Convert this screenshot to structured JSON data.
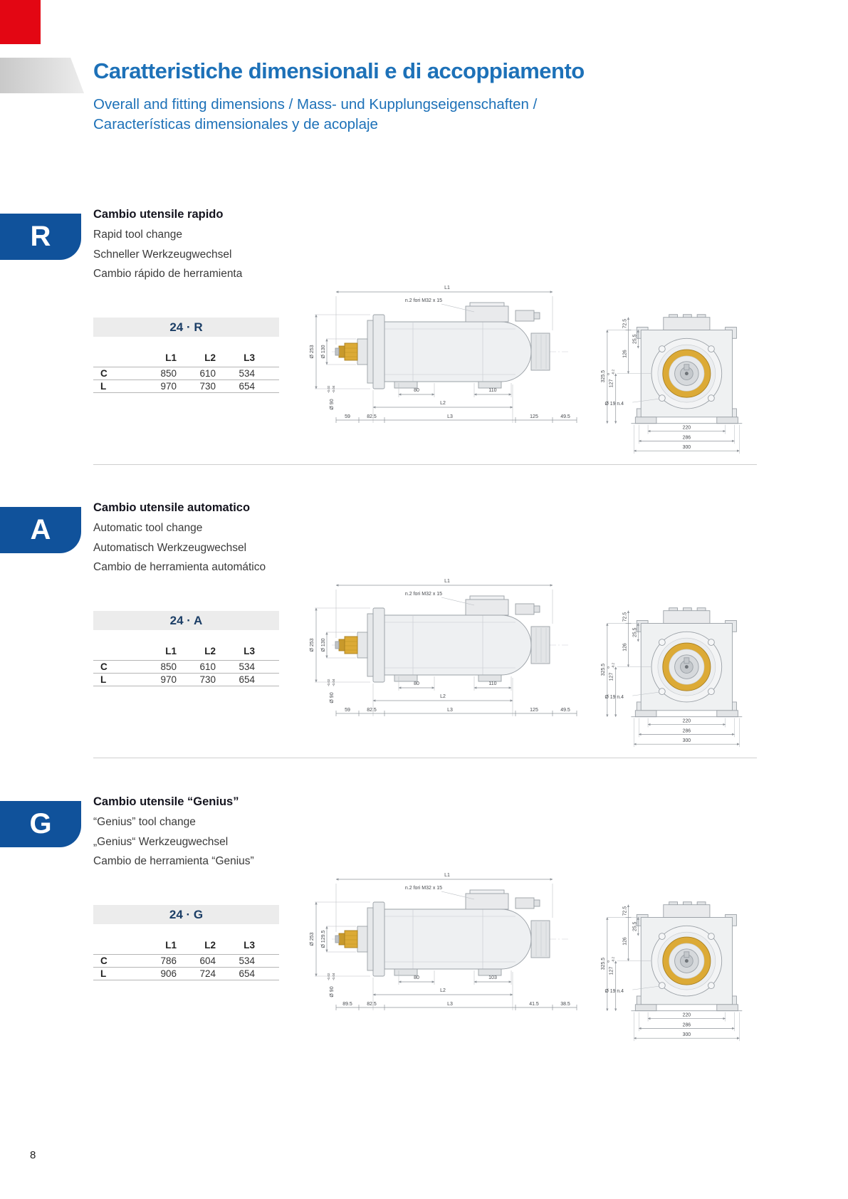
{
  "page_number": "8",
  "colors": {
    "brand_red": "#e30613",
    "title_blue": "#1d71b8",
    "badge_blue": "#10529b",
    "table_band_gray": "#ececec",
    "collet_gold": "#dcaa36"
  },
  "header": {
    "title": "Caratteristiche dimensionali e di accoppiamento",
    "subtitle_line1": "Overall and fitting dimensions / Mass- und Kupplungseigenschaften /",
    "subtitle_line2": "Características dimensionales y de acoplaje"
  },
  "sections": [
    {
      "badge": "R",
      "title": "Cambio utensile rapido",
      "lang1": "Rapid tool change",
      "lang2": "Schneller Werkzeugwechsel",
      "lang3": "Cambio rápido de herramienta",
      "table": {
        "title": "24 · R",
        "col1": "L1",
        "col2": "L2",
        "col3": "L3",
        "row1_label": "C",
        "row1_v1": "850",
        "row1_v2": "610",
        "row1_v3": "534",
        "row2_label": "L",
        "row2_v1": "970",
        "row2_v2": "730",
        "row2_v3": "654"
      },
      "side": {
        "l1": "L1",
        "holes": "n.2 fori M32 x 15",
        "d_outer": "Ø 253",
        "d_nose": "Ø 130",
        "d_shaft": "Ø 90",
        "shaft_tol_top": "-0.02",
        "shaft_tol_bot": "-0.04",
        "dim_a": "80",
        "dim_b": "110",
        "l2": "L2",
        "l3": "L3",
        "dim_c": "59",
        "dim_d": "82.5",
        "dim_e": "125",
        "dim_f": "49.5"
      },
      "front": {
        "dim1": "72.5",
        "dim2": "25.5",
        "dim3": "126",
        "height": "325.5",
        "shaft_height": "127",
        "tol_top": "0",
        "tol_bot": "-0.2",
        "holes": "Ø 19 n.4",
        "w1": "220",
        "w2": "286",
        "w3": "300"
      }
    },
    {
      "badge": "A",
      "title": "Cambio utensile automatico",
      "lang1": "Automatic tool change",
      "lang2": "Automatisch Werkzeugwechsel",
      "lang3": "Cambio de herramienta automático",
      "table": {
        "title": "24 · A",
        "col1": "L1",
        "col2": "L2",
        "col3": "L3",
        "row1_label": "C",
        "row1_v1": "850",
        "row1_v2": "610",
        "row1_v3": "534",
        "row2_label": "L",
        "row2_v1": "970",
        "row2_v2": "730",
        "row2_v3": "654"
      },
      "side": {
        "l1": "L1",
        "holes": "n.2 fori M32 x 15",
        "d_outer": "Ø 253",
        "d_nose": "Ø 130",
        "d_shaft": "Ø 90",
        "shaft_tol_top": "-0.02",
        "shaft_tol_bot": "-0.04",
        "dim_a": "80",
        "dim_b": "110",
        "l2": "L2",
        "l3": "L3",
        "dim_c": "59",
        "dim_d": "82.5",
        "dim_e": "125",
        "dim_f": "49.5"
      },
      "front": {
        "dim1": "72.5",
        "dim2": "25.5",
        "dim3": "126",
        "height": "325.5",
        "shaft_height": "127",
        "tol_top": "0",
        "tol_bot": "-0.2",
        "holes": "Ø 19 n.4",
        "w1": "220",
        "w2": "286",
        "w3": "300"
      }
    },
    {
      "badge": "G",
      "title": "Cambio utensile “Genius”",
      "lang1": "“Genius” tool change",
      "lang2": "„Genius“ Werkzeugwechsel",
      "lang3": "Cambio de herramienta “Genius”",
      "table": {
        "title": "24 · G",
        "col1": "L1",
        "col2": "L2",
        "col3": "L3",
        "row1_label": "C",
        "row1_v1": "786",
        "row1_v2": "604",
        "row1_v3": "534",
        "row2_label": "L",
        "row2_v1": "906",
        "row2_v2": "724",
        "row2_v3": "654"
      },
      "side": {
        "l1": "L1",
        "holes": "n.2 fori M32 x 15",
        "d_outer": "Ø 253",
        "d_nose": "Ø 129.5",
        "d_shaft": "Ø 90",
        "shaft_tol_top": "-0.02",
        "shaft_tol_bot": "-0.04",
        "dim_a": "80",
        "dim_b": "103",
        "l2": "L2",
        "l3": "L3",
        "dim_c": "89.5",
        "dim_d": "82.5",
        "dim_e": "41.5",
        "dim_f": "38.5"
      },
      "front": {
        "dim1": "72.5",
        "dim2": "25.5",
        "dim3": "126",
        "height": "325.5",
        "shaft_height": "127",
        "tol_top": "0",
        "tol_bot": "-0.2",
        "holes": "Ø 19 n.4",
        "w1": "220",
        "w2": "286",
        "w3": "300"
      }
    }
  ]
}
